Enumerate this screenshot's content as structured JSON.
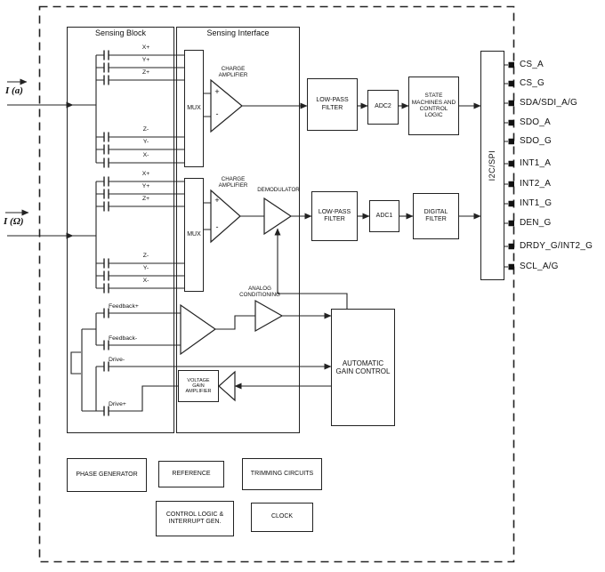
{
  "sections": {
    "sensing_block": "Sensing Block",
    "sensing_interface": "Sensing Interface"
  },
  "inputs": {
    "accel": "I (a)",
    "gyro": "I (Ω)"
  },
  "blocks": {
    "mux": "MUX",
    "charge_amplifier": "CHARGE AMPLIFIER",
    "demodulator": "DEMODULATOR",
    "analog_conditioning": "ANALOG CONDITIONING",
    "low_pass_filter": "LOW-PASS FILTER",
    "adc1": "ADC1",
    "adc2": "ADC2",
    "state_machines": "STATE MACHINES AND CONTROL LOGIC",
    "digital_filter": "DIGITAL FILTER",
    "agc": "AUTOMATIC GAIN CONTROL",
    "vga": "VOLTAGE GAIN AMPLIFIER",
    "i2c_spi": "I2C/SPI",
    "phase_generator": "PHASE GENERATOR",
    "reference": "REFERENCE",
    "trimming_circuits": "TRIMMING CIRCUITS",
    "control_logic": "CONTROL LOGIC & INTERRUPT GEN.",
    "clock": "CLOCK"
  },
  "opamp": {
    "plus": "+",
    "minus": "-"
  },
  "pads": {
    "accel": [
      "X+",
      "Y+",
      "Z+",
      "Z-",
      "Y-",
      "X-"
    ],
    "gyro": [
      "X+",
      "Y+",
      "Z+",
      "Z-",
      "Y-",
      "X-"
    ],
    "feedback_plus": "Feedback+",
    "feedback_minus": "Feedback-",
    "drive_minus": "Drive-",
    "drive_plus": "Drive+"
  },
  "pins": [
    "CS_A",
    "CS_G",
    "SDA/SDI_A/G",
    "SDO_A",
    "SDO_G",
    "INT1_A",
    "INT2_A",
    "INT1_G",
    "DEN_G",
    "DRDY_G/INT2_G",
    "SCL_A/G"
  ],
  "colors": {
    "line": "#222222",
    "background": "#ffffff"
  }
}
